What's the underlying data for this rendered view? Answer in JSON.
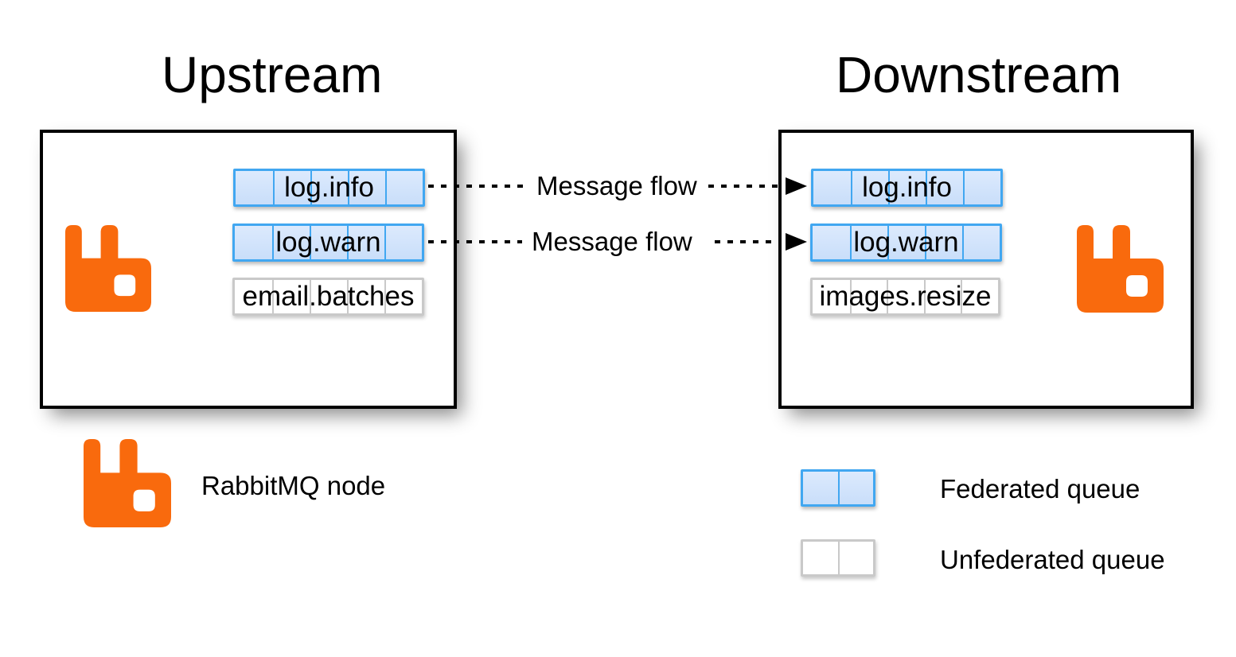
{
  "titles": {
    "upstream": "Upstream",
    "downstream": "Downstream"
  },
  "nodes": {
    "upstream": {
      "queues": [
        {
          "name": "log.info",
          "type": "federated"
        },
        {
          "name": "log.warn",
          "type": "federated"
        },
        {
          "name": "email.batches",
          "type": "unfederated"
        }
      ]
    },
    "downstream": {
      "queues": [
        {
          "name": "log.info",
          "type": "federated"
        },
        {
          "name": "log.warn",
          "type": "federated"
        },
        {
          "name": "images.resize",
          "type": "unfederated"
        }
      ]
    }
  },
  "flows": [
    {
      "label": "Message flow"
    },
    {
      "label": "Message flow"
    }
  ],
  "legend": {
    "node_label": "RabbitMQ node",
    "federated_label": "Federated queue",
    "unfederated_label": "Unfederated queue"
  },
  "icons": {
    "node_icon": "rabbitmq-logo",
    "flow_arrow_icon": "right-arrowhead"
  },
  "colors": {
    "rabbitmq_orange": "#F96A0D",
    "federated_border": "#41A7F1",
    "federated_fill": "#CFE2FB",
    "unfederated_border": "#C9C9C9",
    "unfederated_fill": "#FFFFFF",
    "box_border": "#000000",
    "flow_line": "#000000"
  }
}
